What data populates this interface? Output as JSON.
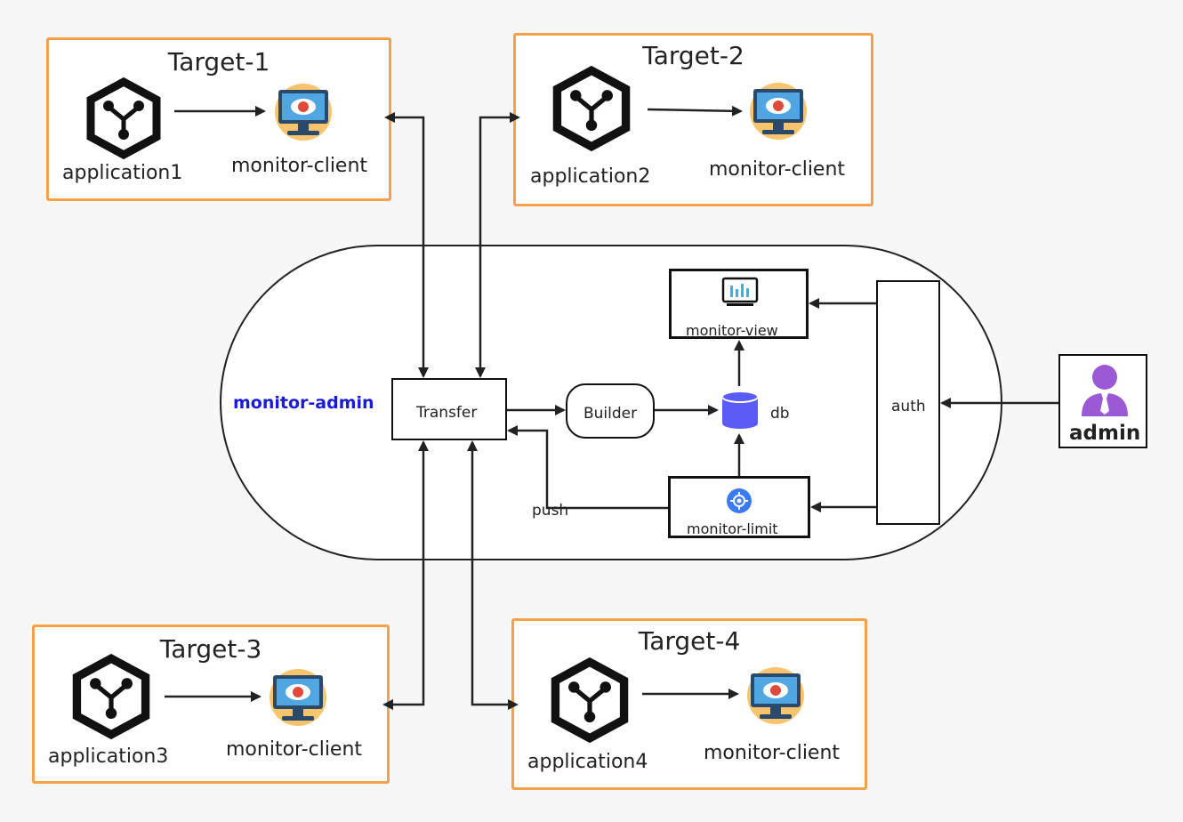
{
  "targets": [
    {
      "title": "Target-1",
      "app": "application1",
      "client": "monitor-client"
    },
    {
      "title": "Target-2",
      "app": "application2",
      "client": "monitor-client"
    },
    {
      "title": "Target-3",
      "app": "application3",
      "client": "monitor-client"
    },
    {
      "title": "Target-4",
      "app": "application4",
      "client": "monitor-client"
    }
  ],
  "admin_area": {
    "label": "monitor-admin",
    "label_color": "#1a1adb"
  },
  "nodes": {
    "transfer": "Transfer",
    "builder": "Builder",
    "db": "db",
    "monitor_view": "monitor-view",
    "monitor_limit": "monitor-limit",
    "auth": "auth",
    "push": "push",
    "admin": "admin"
  },
  "icons": {
    "application": "hexagon-node-icon",
    "client": "monitor-eye-icon",
    "db": "database-icon",
    "view": "chart-screen-icon",
    "limit": "gear-icon",
    "admin": "user-icon"
  },
  "colors": {
    "target_border": "#f5a04a",
    "db": "#5b5bf5",
    "admin_icon": "#9b59d6",
    "gear": "#3a7bf5"
  }
}
